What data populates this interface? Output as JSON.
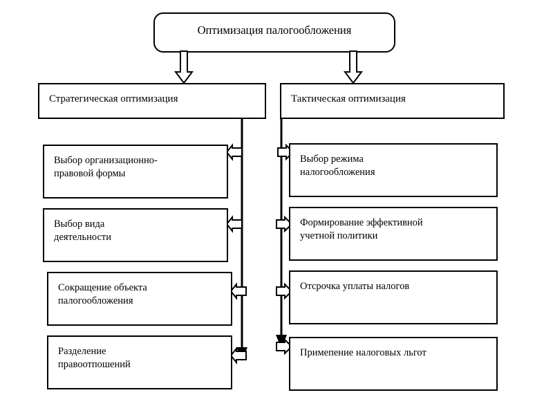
{
  "diagram": {
    "title": "Оптимизация палогообложения",
    "root": {
      "label": "Оптимизация палогообложения",
      "shape": "rounded-rectangle"
    },
    "branches": [
      {
        "id": "strategic",
        "label": "Стратегическая оптимизация",
        "side": "left",
        "arrow_direction": "left",
        "items": [
          {
            "label": "Выбор организационно-\nправовой формы"
          },
          {
            "label": "Выбор вида\nдеятельности"
          },
          {
            "label": "Сокращение объекта\nпалогообложения"
          },
          {
            "label": "Разделение\nправоотпошений"
          }
        ]
      },
      {
        "id": "tactical",
        "label": "Тактическая оптимизация",
        "side": "right",
        "arrow_direction": "right",
        "items": [
          {
            "label": "Выбор режима\nналогообложения"
          },
          {
            "label": "Формирование эффективной\nучетной политики"
          },
          {
            "label": "Отсрочка уплаты налогов"
          },
          {
            "label": "Примепение налоговых льгот"
          }
        ]
      }
    ],
    "colors": {
      "line": "#000000",
      "fill": "#ffffff",
      "text": "#000000"
    }
  }
}
